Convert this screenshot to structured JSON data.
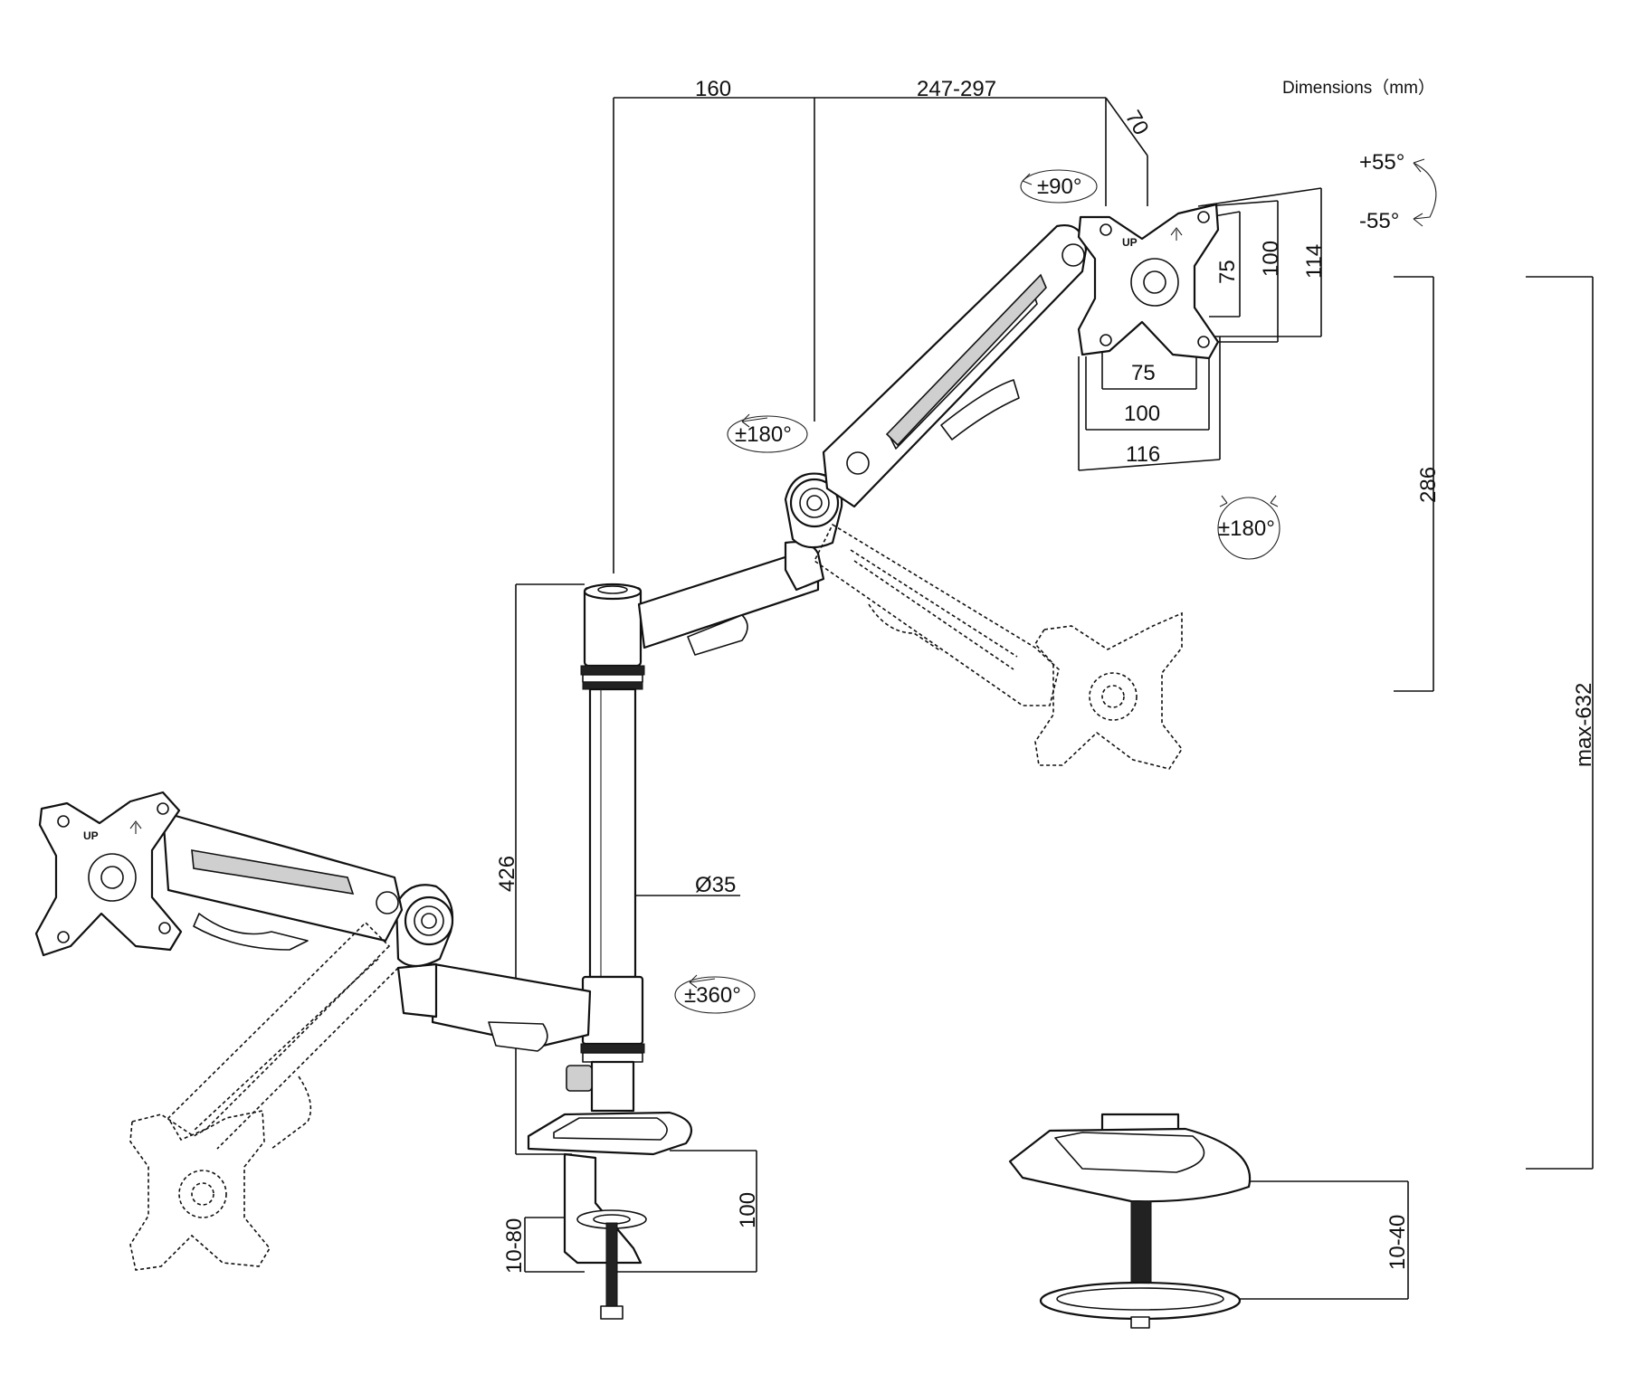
{
  "title": "Dimensions（mm）",
  "dimensions": {
    "arm_to_pole": "160",
    "arm_extension": "247-297",
    "vesa_depth": "70",
    "vesa_inner_h": "75",
    "vesa_mid_h": "100",
    "vesa_outer_h": "114",
    "vesa_inner_w": "75",
    "vesa_mid_w": "100",
    "vesa_outer_w": "116",
    "height_adjust": "286",
    "max_height": "max-632",
    "pole_height": "426",
    "pole_diameter": "Ø35",
    "clamp_height": "100",
    "desk_thickness_clamp": "10-80",
    "desk_thickness_grommet": "10-40"
  },
  "rotations": {
    "swivel": "±90°",
    "arm_rotation": "±180°",
    "portrait_landscape": "±180°",
    "base_rotation": "±360°",
    "tilt_up": "+55°",
    "tilt_down": "-55°"
  },
  "plate_label": "UP",
  "icons": [
    "rotation-arrow-icon",
    "up-arrow-icon"
  ]
}
